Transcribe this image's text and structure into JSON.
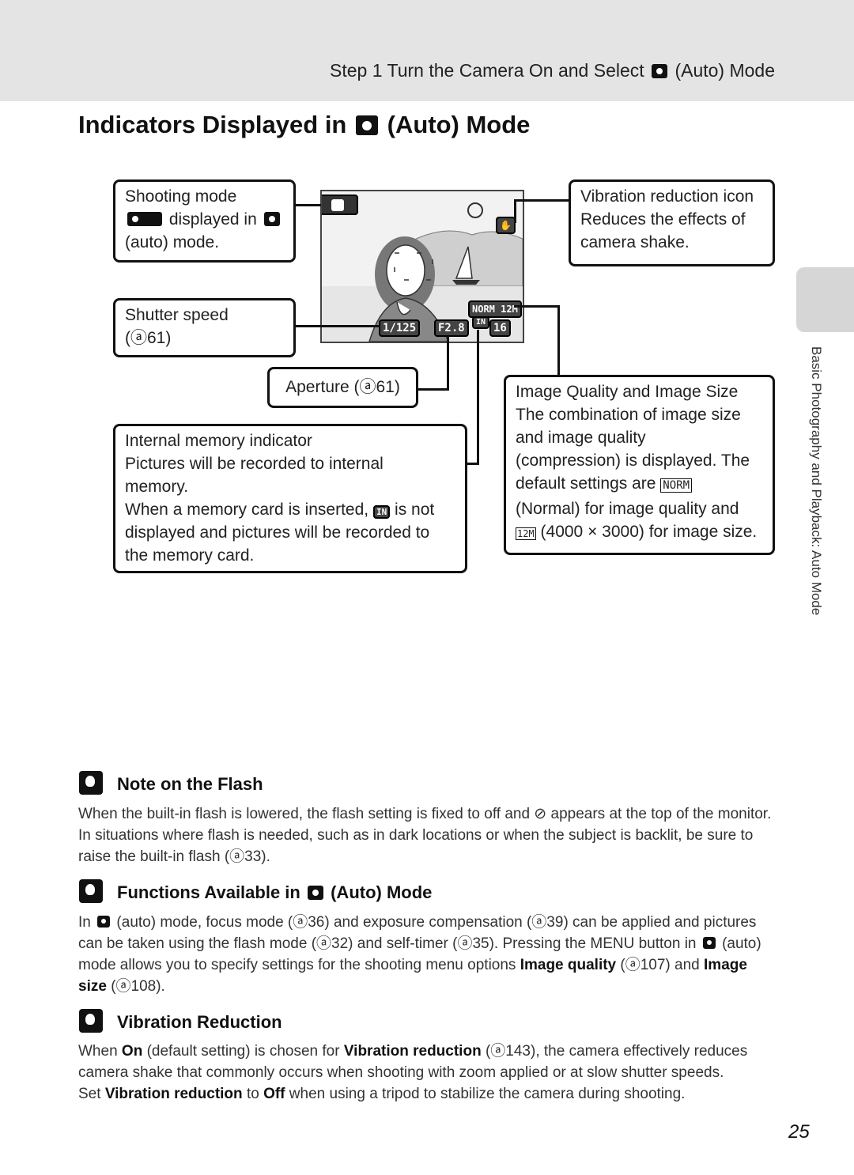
{
  "header": {
    "step_title_pre": "Step 1 Turn the Camera On and Select",
    "step_title_post": "(Auto) Mode"
  },
  "title": {
    "pre": "Indicators Displayed in",
    "post": "(Auto) Mode"
  },
  "side_tab": {
    "label": "Basic Photography and Playback: Auto Mode"
  },
  "callouts": {
    "shooting_mode": {
      "line1": "Shooting mode",
      "line2": "displayed in",
      "line3": "(auto) mode."
    },
    "shutter_speed": {
      "line1": "Shutter speed",
      "line2": "(ⓐ61)"
    },
    "aperture": {
      "text": "Aperture (ⓐ61)"
    },
    "vibration": {
      "line1": "Vibration reduction icon",
      "line2": "Reduces the effects of",
      "line3": "camera shake."
    },
    "internal_memory": {
      "line1": "Internal memory indicator",
      "line2": "Pictures will be recorded to internal",
      "line3": "memory.",
      "line4_pre": "When a memory card is inserted,",
      "line4_post": "is not",
      "line5": "displayed and pictures will be recorded to",
      "line6": "the memory card."
    },
    "image_quality": {
      "line1": "Image Quality and Image Size",
      "line2": "The combination of image size",
      "line3": "and image quality",
      "line4": "(compression) is displayed. The",
      "line5": "default settings are",
      "line6": "(Normal) for image quality and",
      "line7": "(4000 × 3000) for image size."
    }
  },
  "screen": {
    "shutter": "1/125",
    "aperture": "F2.8",
    "quality": "NORM",
    "size": "12M",
    "in_mem": "IN",
    "frames": "16"
  },
  "notes": {
    "flash": {
      "heading": "Note on the Flash",
      "text": "When the built-in flash is lowered, the flash setting is fixed to off and ⊘ appears at the top of the monitor. In situations where flash is needed, such as in dark locations or when the subject is backlit, be sure to raise the built-in flash (ⓐ33)."
    },
    "functions": {
      "heading_pre": "Functions Available in",
      "heading_post": "(Auto) Mode",
      "t1": "In",
      "t2": "(auto) mode, focus mode (ⓐ36) and exposure compensation (ⓐ39) can be applied and pictures can be taken using the flash mode (ⓐ32) and self-timer (ⓐ35). Pressing the MENU button in",
      "t3": "(auto) mode allows you to specify settings for the shooting menu options",
      "b1": "Image quality",
      "t4": "(ⓐ107) and",
      "b2": "Image size",
      "t5": "(ⓐ108)."
    },
    "vr": {
      "heading": "Vibration Reduction",
      "t1": "When",
      "b1": "On",
      "t2": "(default setting) is chosen for",
      "b2": "Vibration reduction",
      "t3": "(ⓐ143), the camera effectively reduces camera shake that commonly occurs when shooting with zoom applied or at slow shutter speeds.",
      "t4": "Set",
      "b3": "Vibration reduction",
      "t5": "to",
      "b4": "Off",
      "t6": "when using a tripod to stabilize the camera during shooting."
    }
  },
  "page_number": "25"
}
